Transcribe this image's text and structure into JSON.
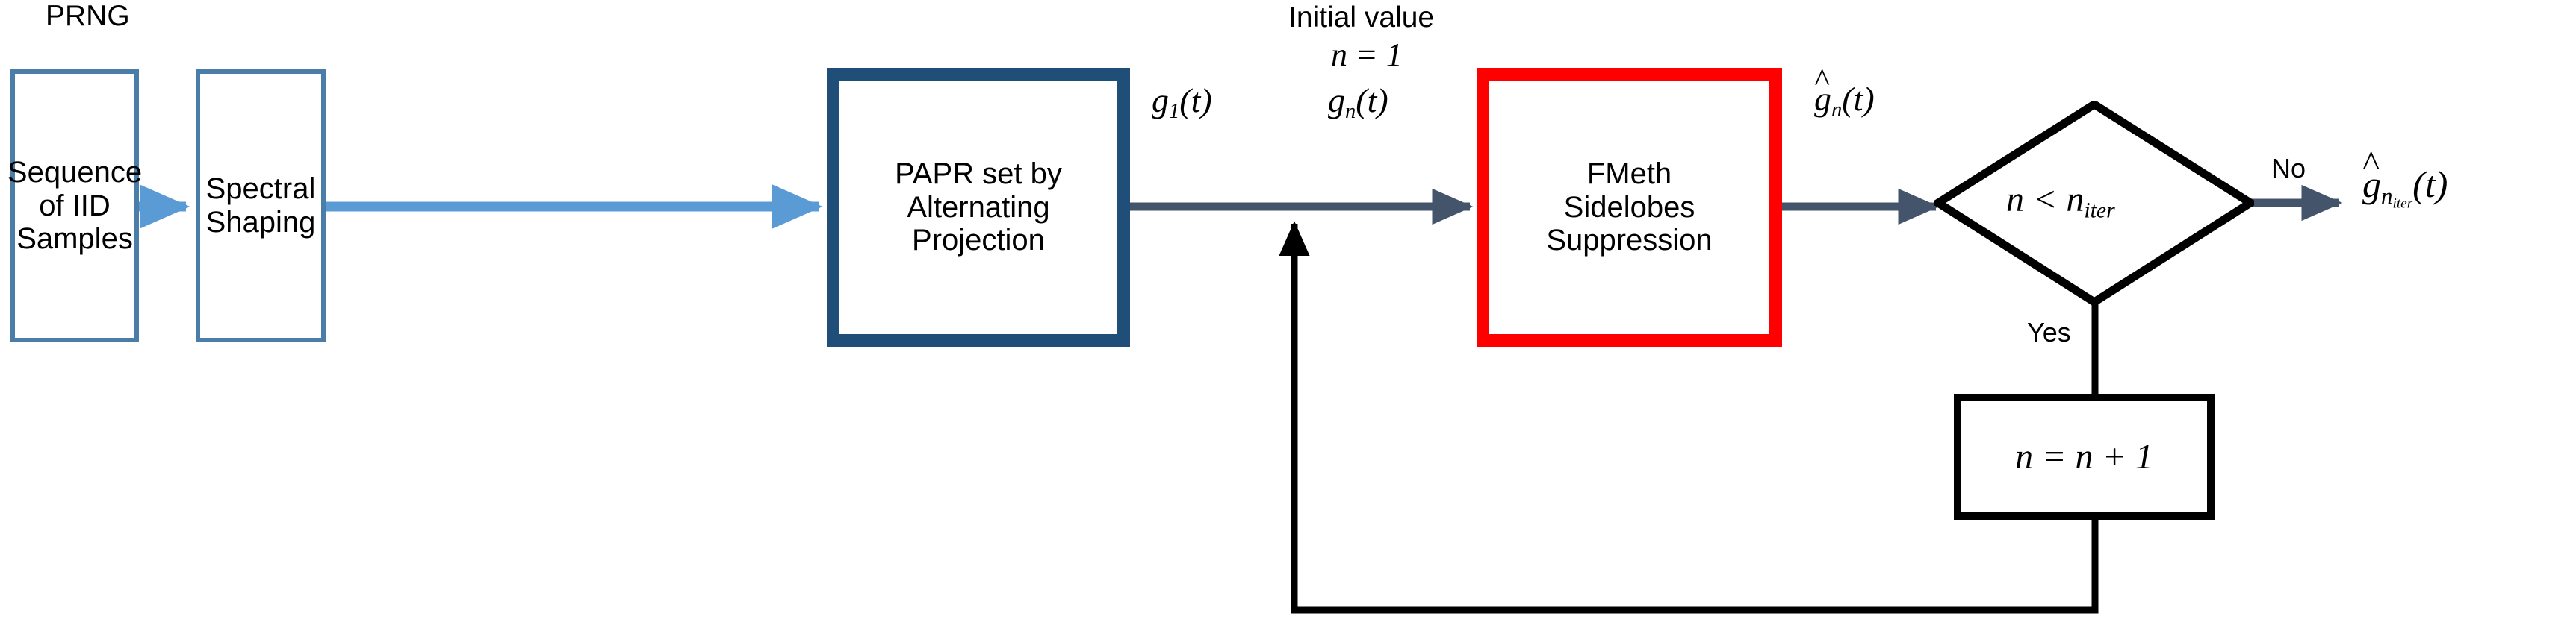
{
  "diagram": {
    "title_caption": "PRNG",
    "colors": {
      "light_blue_border": "#4A7EA8",
      "light_blue_arrow": "#5B9BD5",
      "dark_blue_border": "#1F4E79",
      "red_border": "#FF0000",
      "dark_slate_arrow": "#44546A",
      "black": "#000000",
      "background": "#FFFFFF"
    },
    "nodes": [
      {
        "id": "prng",
        "label": "Sequence\nof IID\nSamples",
        "shape": "rect",
        "border": "light-blue"
      },
      {
        "id": "spectral",
        "label": "Spectral\nShaping",
        "shape": "rect",
        "border": "light-blue"
      },
      {
        "id": "papr",
        "label": "PAPR set by\nAlternating\nProjection",
        "shape": "rect",
        "border": "dark-blue"
      },
      {
        "id": "fmeth",
        "label": "FMeth\nSidelobes\nSuppression",
        "shape": "rect",
        "border": "red"
      },
      {
        "id": "decision",
        "label": "n < n_iter",
        "shape": "diamond",
        "border": "black"
      },
      {
        "id": "increment",
        "label": "n = n + 1",
        "shape": "rect",
        "border": "black"
      }
    ],
    "captions": {
      "prng": "PRNG",
      "initial_value": "Initial value",
      "initial_n": "n = 1",
      "g1": "g_1(t)",
      "gn": "g_n(t)",
      "ghat_n": "ĝ_n(t)",
      "no": "No",
      "yes": "Yes",
      "output": "ĝ_n_iter(t)"
    },
    "math": {
      "g1_base": "g",
      "g1_sub": "1",
      "g1_arg": "(t)",
      "gn_base": "g",
      "gn_sub": "n",
      "gn_arg": "(t)",
      "ghat_base": "g",
      "ghat_sub": "n",
      "ghat_arg": "(t)",
      "hat_glyph": "^",
      "n_eq_1": "n = 1",
      "n_lt": "n < n",
      "n_lt_sub": "iter",
      "n_inc": "n = n + 1",
      "out_base": "g",
      "out_sub": "n",
      "out_sub_sub": "iter",
      "out_arg": "(t)"
    },
    "edges": [
      {
        "from": "prng",
        "to": "spectral",
        "style": "light-blue"
      },
      {
        "from": "spectral",
        "to": "papr",
        "style": "light-blue"
      },
      {
        "from": "papr",
        "to": "fmeth",
        "style": "dark-slate",
        "label": "g_1(t) / g_n(t)"
      },
      {
        "from": "fmeth",
        "to": "decision",
        "style": "dark-slate",
        "label": "ĝ_n(t)"
      },
      {
        "from": "decision",
        "to": "output",
        "style": "dark-slate",
        "label": "No"
      },
      {
        "from": "decision",
        "to": "increment",
        "style": "black",
        "label": "Yes"
      },
      {
        "from": "increment",
        "to": "papr-out",
        "style": "black",
        "label": "feedback"
      }
    ]
  }
}
